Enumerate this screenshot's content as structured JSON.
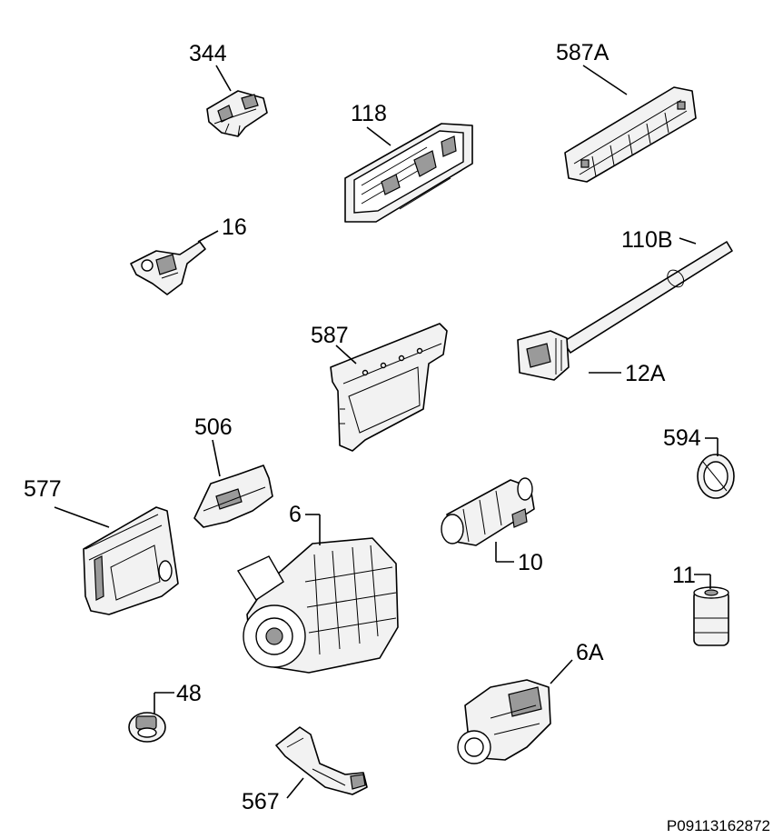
{
  "labels": {
    "l344": "344",
    "l118": "118",
    "l587A": "587A",
    "l16": "16",
    "l110B": "110B",
    "l587": "587",
    "l12A": "12A",
    "l506": "506",
    "l594": "594",
    "l577": "577",
    "l6": "6",
    "l10": "10",
    "l11": "11",
    "l6A": "6A",
    "l48": "48",
    "l567": "567"
  },
  "drawing_code": "P09113162872"
}
